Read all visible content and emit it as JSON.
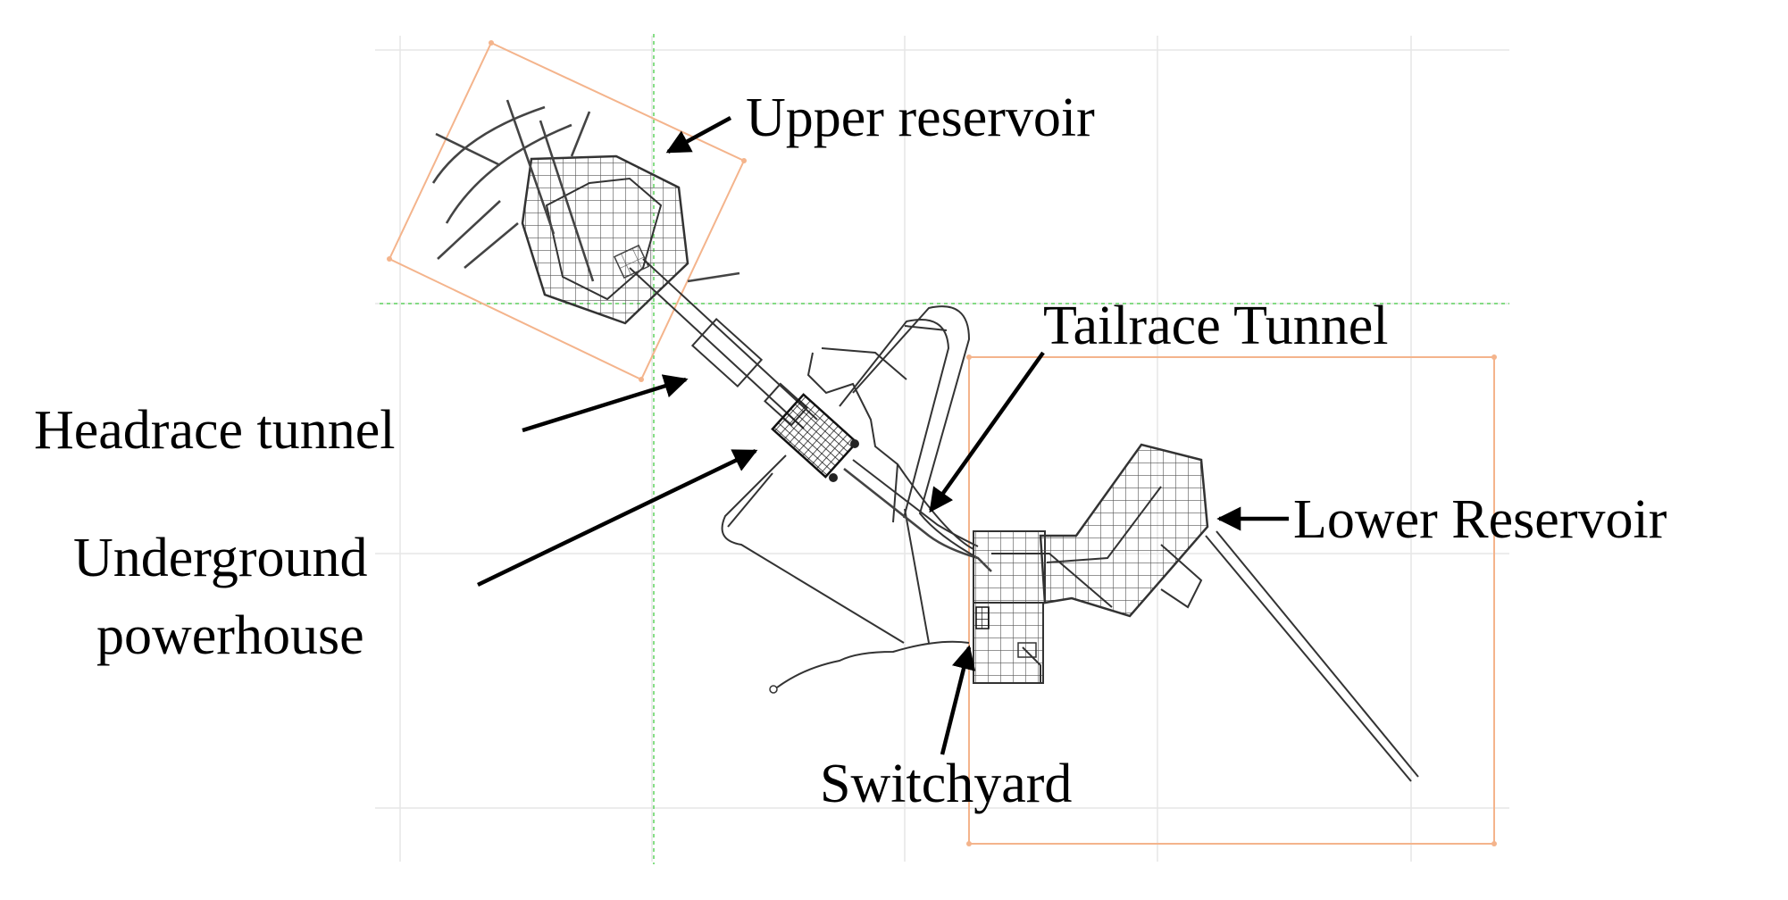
{
  "figure": {
    "labels": {
      "upper_reservoir": "Upper reservoir",
      "headrace_tunnel": "Headrace tunnel",
      "tailrace_tunnel": "Tailrace Tunnel",
      "underground_powerhouse_line1": "Underground",
      "underground_powerhouse_line2": "powerhouse",
      "lower_reservoir": "Lower Reservoir",
      "switchyard": "Switchyard"
    },
    "colors": {
      "grid": "#e6e6e6",
      "guide": "#5fd35f",
      "boundary": "#f4b48c",
      "drawing": "#333333",
      "text": "#000000"
    }
  }
}
